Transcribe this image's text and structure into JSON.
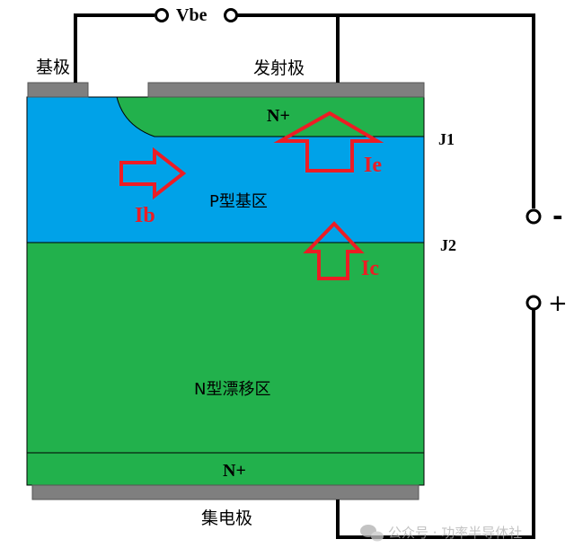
{
  "labels": {
    "vbe": "Vbe",
    "base_electrode": "基极",
    "emitter_electrode": "发射极",
    "collector_electrode": "集电极",
    "n_plus_top": "N+",
    "n_plus_bottom": "N+",
    "p_base_region": "P型基区",
    "n_drift_region": "N型漂移区",
    "junction_j1": "J1",
    "junction_j2": "J2",
    "current_ib": "Ib",
    "current_ie": "Ie",
    "current_ic": "Ic",
    "terminal_minus": "-",
    "terminal_plus": "+",
    "watermark": "公众号 · 功率半导体社"
  },
  "colors": {
    "n_region": "#22b14c",
    "p_region": "#00a2e8",
    "metal": "#7f7f7f",
    "wire": "#000000",
    "arrow": "#ed1c24",
    "watermark": "#b0b0b0"
  }
}
